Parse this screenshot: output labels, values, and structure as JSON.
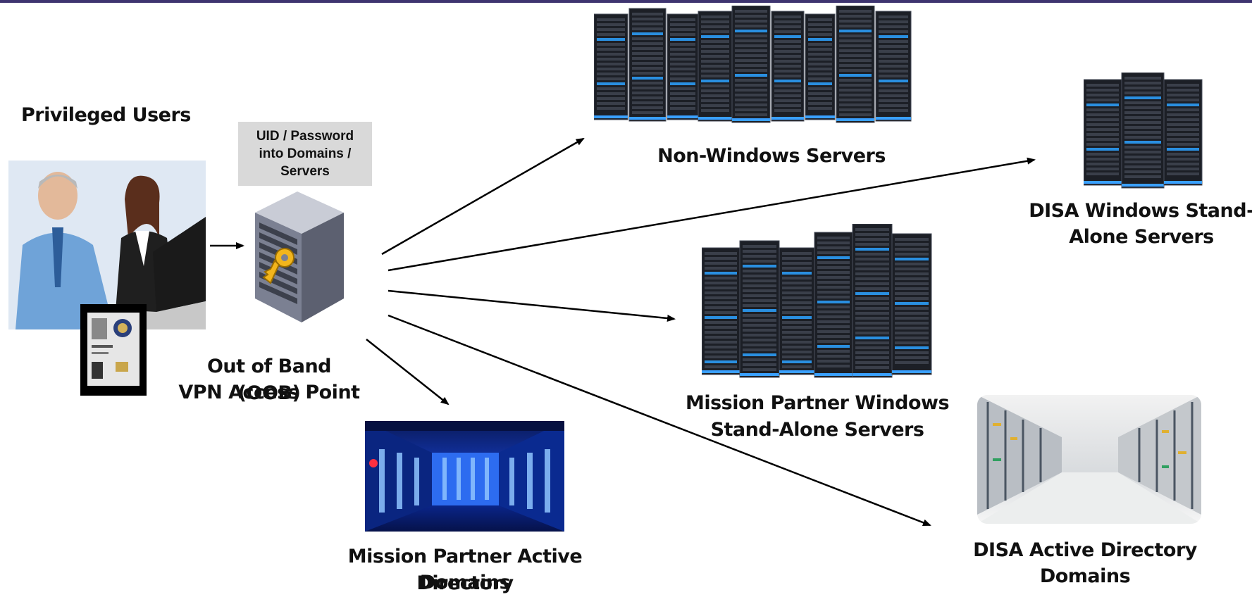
{
  "title": "Privileged Users",
  "credential_box": "UID / Password\ninto Domains /\nServers",
  "oob": {
    "line1": "Out of Band (OOB)",
    "line2": "VPN Access Point"
  },
  "targets": {
    "non_windows": "Non-Windows Servers",
    "disa_windows": {
      "line1": "DISA Windows Stand-",
      "line2": "Alone Servers"
    },
    "mp_windows": {
      "line1": "Mission Partner Windows",
      "line2": "Stand-Alone Servers"
    },
    "mp_ad": {
      "line1": "Mission Partner Active Directory",
      "line2": "Domains"
    },
    "disa_ad": {
      "line1": "DISA Active Directory",
      "line2": "Domains"
    }
  },
  "colors": {
    "top_bar": "#3e3470",
    "credential_box": "#d9d9d9"
  },
  "icons": [
    "users-photo",
    "cac-badge-icon",
    "server-key-icon",
    "server-rack-icon",
    "datacenter-photo"
  ]
}
